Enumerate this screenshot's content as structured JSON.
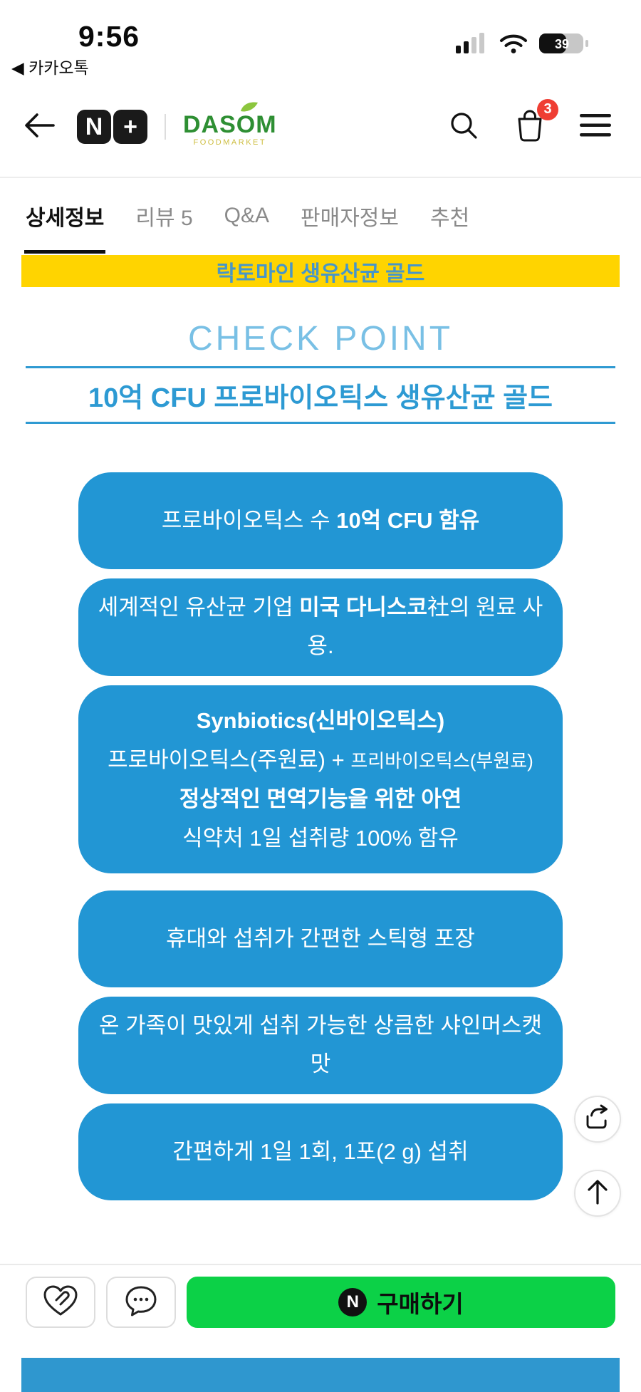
{
  "status_bar": {
    "time": "9:56",
    "previous_app": "◀ 카카오톡",
    "battery_percent": "39"
  },
  "header": {
    "logo": {
      "n": "N",
      "plus": "+",
      "brand": "DASOM",
      "brand_subtitle": "FOODMARKET"
    },
    "cart_badge": "3"
  },
  "tab_bar": {
    "tabs": [
      {
        "label": "상세정보",
        "active": true
      },
      {
        "label": "리뷰 5",
        "active": false
      },
      {
        "label": "Q&A",
        "active": false
      },
      {
        "label": "판매자정보",
        "active": false
      },
      {
        "label": "추천",
        "active": false
      }
    ]
  },
  "product_banner": {
    "text": "락토마인 생유산균 골드"
  },
  "checkpoint": {
    "eyebrow": "CHECK POINT",
    "heading": "10억 CFU 프로바이오틱스 생유산균 골드",
    "boxes": [
      {
        "lines": [
          {
            "segments": [
              {
                "text": "프로바이오틱스 수 ",
                "bold": false
              },
              {
                "text": "10억 CFU 함유",
                "bold": true
              }
            ]
          }
        ]
      },
      {
        "lines": [
          {
            "segments": [
              {
                "text": "세계적인 유산균 기업 ",
                "bold": false
              },
              {
                "text": "미국 다니스코",
                "bold": true
              },
              {
                "text": "社의 원료 사용.",
                "bold": false
              }
            ]
          }
        ]
      },
      {
        "tall": true,
        "lines": [
          {
            "segments": [
              {
                "text": "Synbiotics(신바이오틱스)",
                "bold": true
              }
            ]
          },
          {
            "segments": [
              {
                "text": "프로바이오틱스(주원료) + ",
                "bold": false
              },
              {
                "text": "프리바이오틱스(부원료)",
                "bold": false,
                "small": true
              }
            ]
          },
          {
            "segments": [
              {
                "text": "정상적인 면역기능을 위한 아연",
                "bold": true
              }
            ]
          },
          {
            "segments": [
              {
                "text": "식약처 1일 섭취량 100% 함유",
                "bold": false
              }
            ]
          }
        ]
      },
      {
        "lines": [
          {
            "segments": [
              {
                "text": "휴대와 섭취가 간편한 스틱형 포장",
                "bold": false
              }
            ]
          }
        ]
      },
      {
        "lines": [
          {
            "segments": [
              {
                "text": "온 가족이 맛있게 섭취 가능한 상큼한 샤인머스캣 맛",
                "bold": false
              }
            ]
          }
        ]
      },
      {
        "lines": [
          {
            "segments": [
              {
                "text": "간편하게 1일 1회, 1포(2 g) 섭취",
                "bold": false
              }
            ]
          }
        ]
      }
    ]
  },
  "bottom_bar": {
    "buy_button": {
      "logo": "N",
      "label": "구매하기"
    }
  },
  "colors": {
    "feature_box_blue": "#2296d4",
    "banner_yellow": "#ffd400",
    "banner_text_blue": "#4796c9",
    "heading_blue": "#2d9ad3",
    "eyebrow_blue": "#79c0e5",
    "buy_green": "#0cd147",
    "badge_red": "#ef3e33",
    "brand_green": "#2e8f33"
  }
}
